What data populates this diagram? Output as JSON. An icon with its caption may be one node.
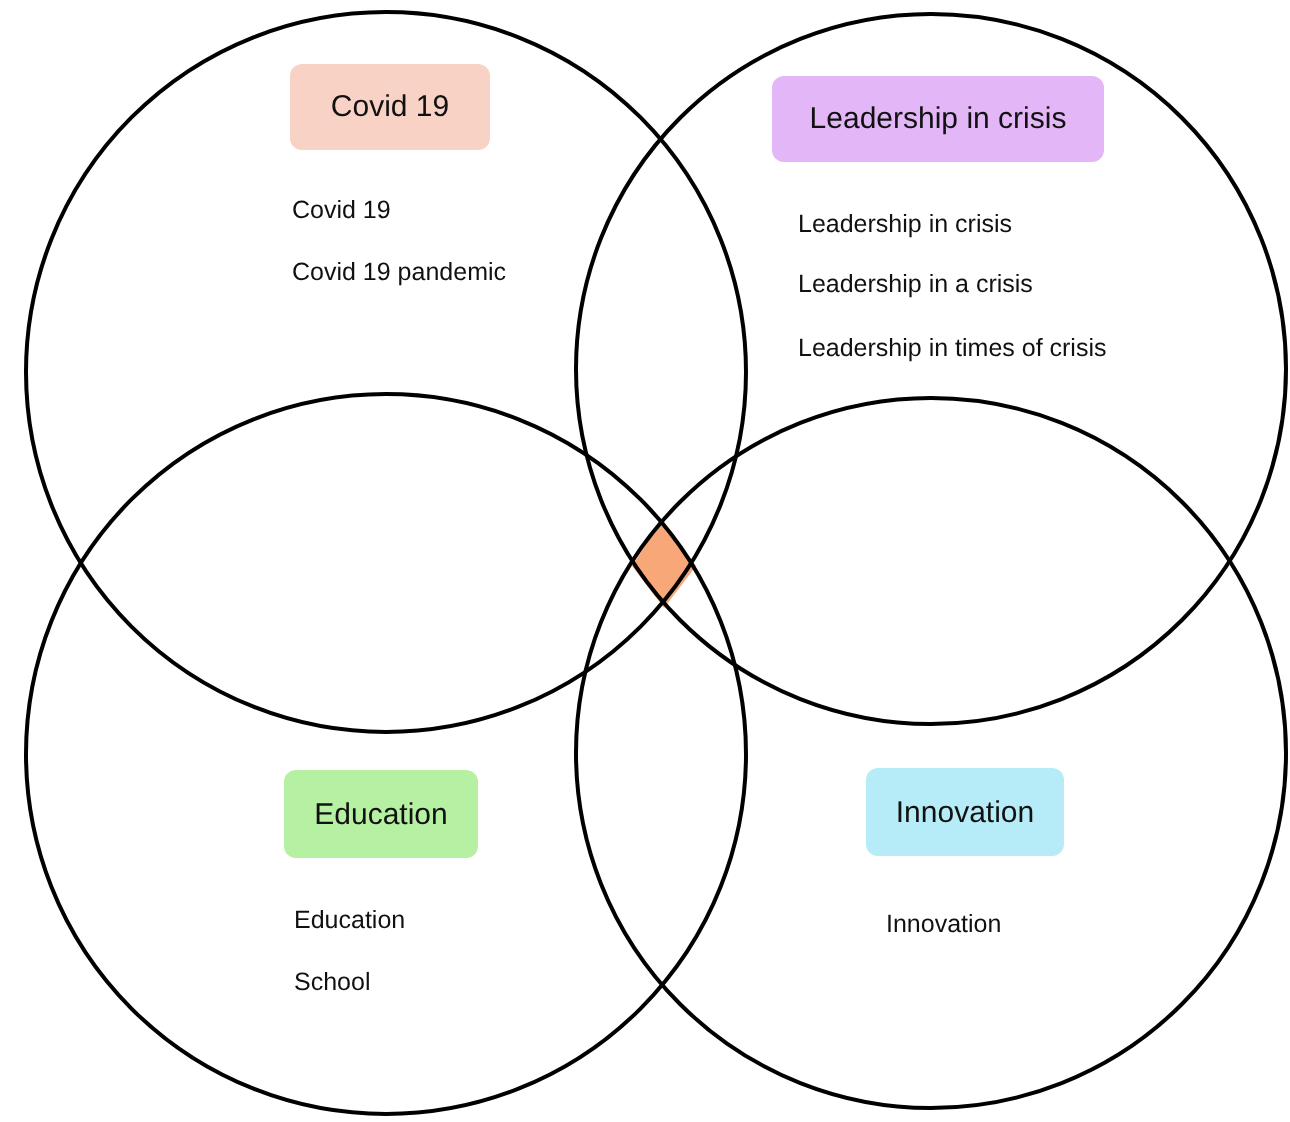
{
  "diagram": {
    "nodes": [
      {
        "text": [
          "Covid 19",
          "Covid 19 pandemic"
        ]
      },
      {
        "text": [
          "Covid 19"
        ],
        "in": 0
      },
      {
        "text": [
          "Leadership in crisis",
          "Leadership in a crisis",
          "Leadership in times of crisis"
        ]
      },
      {
        "text": [
          "Leadership in crisis"
        ],
        "in": 2
      },
      {
        "text": [
          "Education",
          "School"
        ]
      },
      {
        "text": [
          "Education"
        ],
        "in": 4
      },
      {
        "text": [
          "Innovation"
        ]
      },
      {
        "text": [
          "Innovation"
        ],
        "in": 6
      }
    ]
  }
}
